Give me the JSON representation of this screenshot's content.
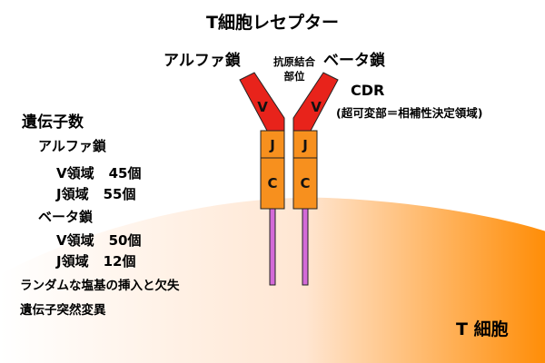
{
  "diagram": {
    "title": "T細胞レセプター",
    "alpha_chain": "アルファ鎖",
    "beta_chain": "ベータ鎖",
    "antigen_binding_site": "抗原結合部位",
    "cdr": "CDR",
    "cdr_description": "(超可変部＝相補性決定領域)",
    "cell_label": "T 細胞",
    "segments": {
      "v": "V",
      "j": "J",
      "c": "C"
    },
    "gene_count": {
      "title": "遺伝子数",
      "alpha": {
        "label": "アルファ鎖",
        "v_label": "V領域",
        "v_count": "45個",
        "j_label": "J領域",
        "j_count": "55個"
      },
      "beta": {
        "label": "ベータ鎖",
        "v_label": "V領域",
        "v_count": "50個",
        "j_label": "J領域",
        "j_count": "12個"
      }
    },
    "mechanisms": [
      "ランダムな塩基の挿入と欠失",
      "遺伝子突然変異"
    ],
    "colors": {
      "v_region": "#e8231b",
      "j_c_region": "#f7901e",
      "transmembrane": "#d36ad8",
      "cell_gradient_end": "#ff8a00"
    }
  }
}
